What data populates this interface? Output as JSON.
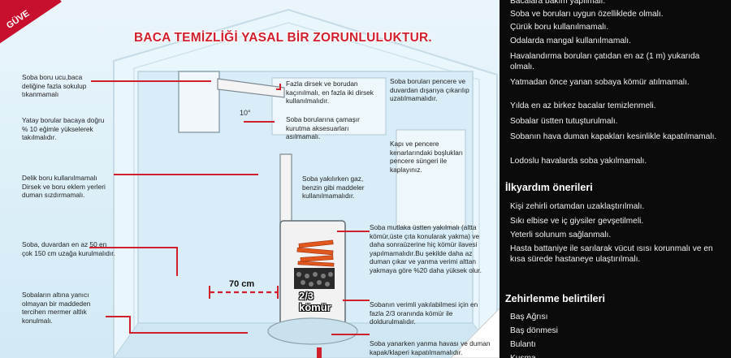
{
  "corner_badge": "GÜVE",
  "title": "BACA TEMİZLİĞİ YASAL BİR ZORUNLULUKTUR.",
  "angle_label": "10°",
  "distance_label": "70 cm",
  "coal_label": "2/3 kömür",
  "labels": {
    "pipe_end": "Soba boru ucu,baca deliğine fazla sokulup tıkanmamalı",
    "horizontal_pipe": "Yatay borular bacaya doğru % 10 eğimle yükselerek takılmalıdır.",
    "broken_pipe": "Delik boru kullanılmamalı Dirsek ve boru eklem yerleri duman sızdırmamalı.",
    "wall_distance": "Soba, duvardan en az 50 en çok 150 cm uzağa kurulmalıdır.",
    "base": "Sobaların altına yanıcı olmayan bir maddeden tercihen mermer altlık konulmalı.",
    "elbows": "Fazla dirsek ve borudan kaçınılmalı, en fazla iki dirsek kullanılmalıdır.",
    "laundry": "Soba borularına çamaşır kurutma aksesuarları asılmamalı.",
    "window_pipe": "Soba boruları pencere ve duvardan dışarıya çıkarılıp uzatılmamalıdır.",
    "gaps": "Kapı ve pencere kenarlarındaki boşlukları pencere süngeri ile kaplayınız.",
    "gas": "Soba yakılırken gaz, benzin gibi maddeler kullanılmamalıdır.",
    "top_lighting": "Soba mutlaka üstten yakılmalı (altta kömür,üste çıta konularak yakma) ve daha sonraüzerine hiç kömür ilavesi yapılmamalıdır.Bu şekilde daha az duman çıkar ve yanma verimi alttan yakmaya göre %20 daha yüksek olur.",
    "efficiency": "Sobanın verimli yakılabilmesi için en fazla 2/3 oranında kömür ile doldurulmalıdır.",
    "damper": "Soba yanarken yanma havası ve duman kapak/klaperi kapatılmamalıdır."
  },
  "right_panel": {
    "items_top": [
      "Bacalara bakım yapılmalı.",
      "Soba ve boruları uygun özellikledе olmalı.",
      "Çürük boru kullanılmamalı.",
      "Odalarda mangal kullanılmamalı.",
      "Havalandırma boruları çatıdan en az (1 m) yukarıda olmalı.",
      "Yatmadan önce yanan sobaya kömür atılmamalı.",
      "Yılda en az birkez bacalar temizlenmeli.",
      "Sobalar üstten tutuşturulmalı.",
      "Sobanın hava duman kapakları kesinlikle kapatılmamalı.",
      "Lodoslu havalarda soba yakılmamalı."
    ],
    "first_aid_heading": "İlkyardım önerileri",
    "first_aid_items": [
      "Kişi zehirli ortamdan uzaklaştırılmalı.",
      "Sıkı elbise ve iç giysiler gevşetilmeli.",
      "Yeterli solunum sağlanmalı.",
      "Hasta battaniye ile sarılarak vücut ısısı korunmalı ve en kısa sürede hastaneye ulaştırılmalı."
    ],
    "symptoms_heading": "Zehirlenme belirtileri",
    "symptoms_items": [
      "Baş Ağrısı",
      "Baş dönmesi",
      "Bulantı",
      "Kusma"
    ]
  },
  "colors": {
    "accent_red": "#d0202e",
    "panel_bg": "#0b0b0b",
    "sky": "#dceff8",
    "stove": "#f2f2f2"
  }
}
